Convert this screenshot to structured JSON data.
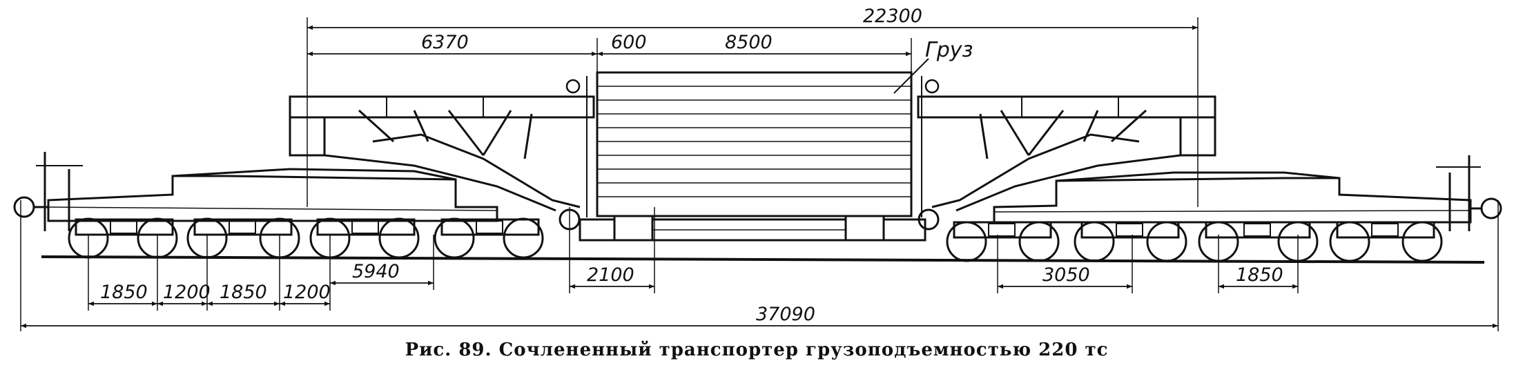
{
  "figure": {
    "cargo_label": "Груз",
    "caption": "Рис. 89. Сочлененный транспортер грузоподъемностью 220 тс"
  },
  "dimensions": {
    "d22300": "22300",
    "d6370": "6370",
    "d600": "600",
    "d8500": "8500",
    "d5940": "5940",
    "d2100": "2100",
    "d3050": "3050",
    "d1850a": "1850",
    "d1200a": "1200",
    "d1850b": "1850",
    "d1200b": "1200",
    "d1850c": "1850",
    "d37090": "37090"
  },
  "colors": {
    "ink": "#111111",
    "paper": "#ffffff"
  }
}
